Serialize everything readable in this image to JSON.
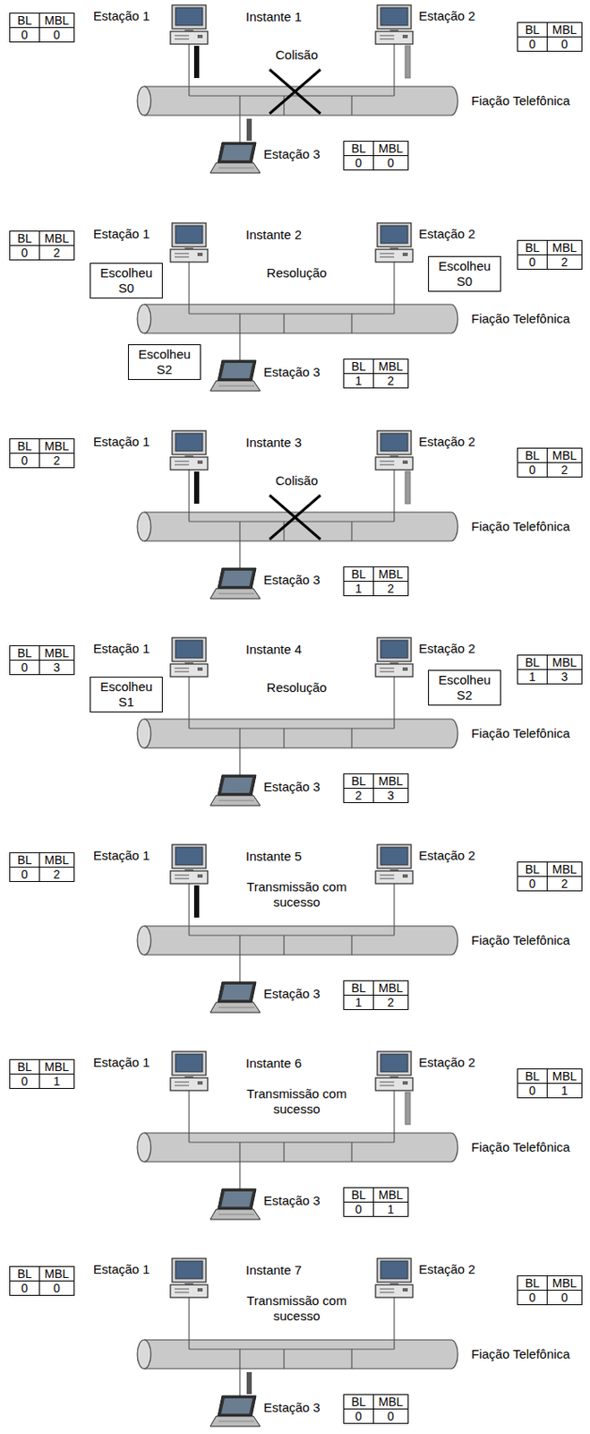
{
  "diagram": {
    "nodes": [
      {
        "text": [
          "Escolheu S0"
        ]
      },
      {
        "text": [
          "Escolheu S0"
        ]
      },
      {
        "text": [
          "Escolheu S2"
        ]
      },
      {
        "text": [
          "Escolheu S1"
        ]
      },
      {
        "text": [
          "Escolheu S2"
        ]
      }
    ],
    "labels": [
      "Estação 1",
      "Instante 1",
      "Estação 2",
      "Colisão",
      "Fiação Telefônica",
      "Estação 3",
      "BL",
      "MBL",
      "0",
      "0",
      "BL",
      "MBL",
      "0",
      "0",
      "BL",
      "MBL",
      "0",
      "0",
      "Estação 1",
      "Instante 2",
      "Estação 2",
      "Resolução",
      "Fiação Telefônica",
      "Estação 3",
      "BL",
      "MBL",
      "0",
      "2",
      "BL",
      "MBL",
      "0",
      "2",
      "BL",
      "MBL",
      "1",
      "2",
      "Estação 1",
      "Instante 3",
      "Estação 2",
      "Colisão",
      "Fiação Telefônica",
      "Estação 3",
      "BL",
      "MBL",
      "0",
      "2",
      "BL",
      "MBL",
      "0",
      "2",
      "BL",
      "MBL",
      "1",
      "2",
      "Estação 1",
      "Instante 4",
      "Estação 2",
      "Resolução",
      "Fiação Telefônica",
      "Estação 3",
      "BL",
      "MBL",
      "0",
      "3",
      "BL",
      "MBL",
      "1",
      "3",
      "BL",
      "MBL",
      "2",
      "3",
      "Estação 1",
      "Instante 5",
      "Estação 2",
      "Transmissão com sucesso",
      "Fiação Telefônica",
      "Estação 3",
      "BL",
      "MBL",
      "0",
      "2",
      "BL",
      "MBL",
      "0",
      "2",
      "BL",
      "MBL",
      "1",
      "2",
      "Estação 1",
      "Instante 6",
      "Estação 2",
      "Transmissão com sucesso",
      "Fiação Telefônica",
      "Estação 3",
      "BL",
      "MBL",
      "0",
      "1",
      "BL",
      "MBL",
      "0",
      "1",
      "BL",
      "MBL",
      "0",
      "1",
      "Estação 1",
      "Instante 7",
      "Estação 2",
      "Transmissão com sucesso",
      "Fiação Telefônica",
      "Estação 3",
      "BL",
      "MBL",
      "0",
      "0",
      "BL",
      "MBL",
      "0",
      "0",
      "BL",
      "MBL",
      "0",
      "0"
    ]
  }
}
